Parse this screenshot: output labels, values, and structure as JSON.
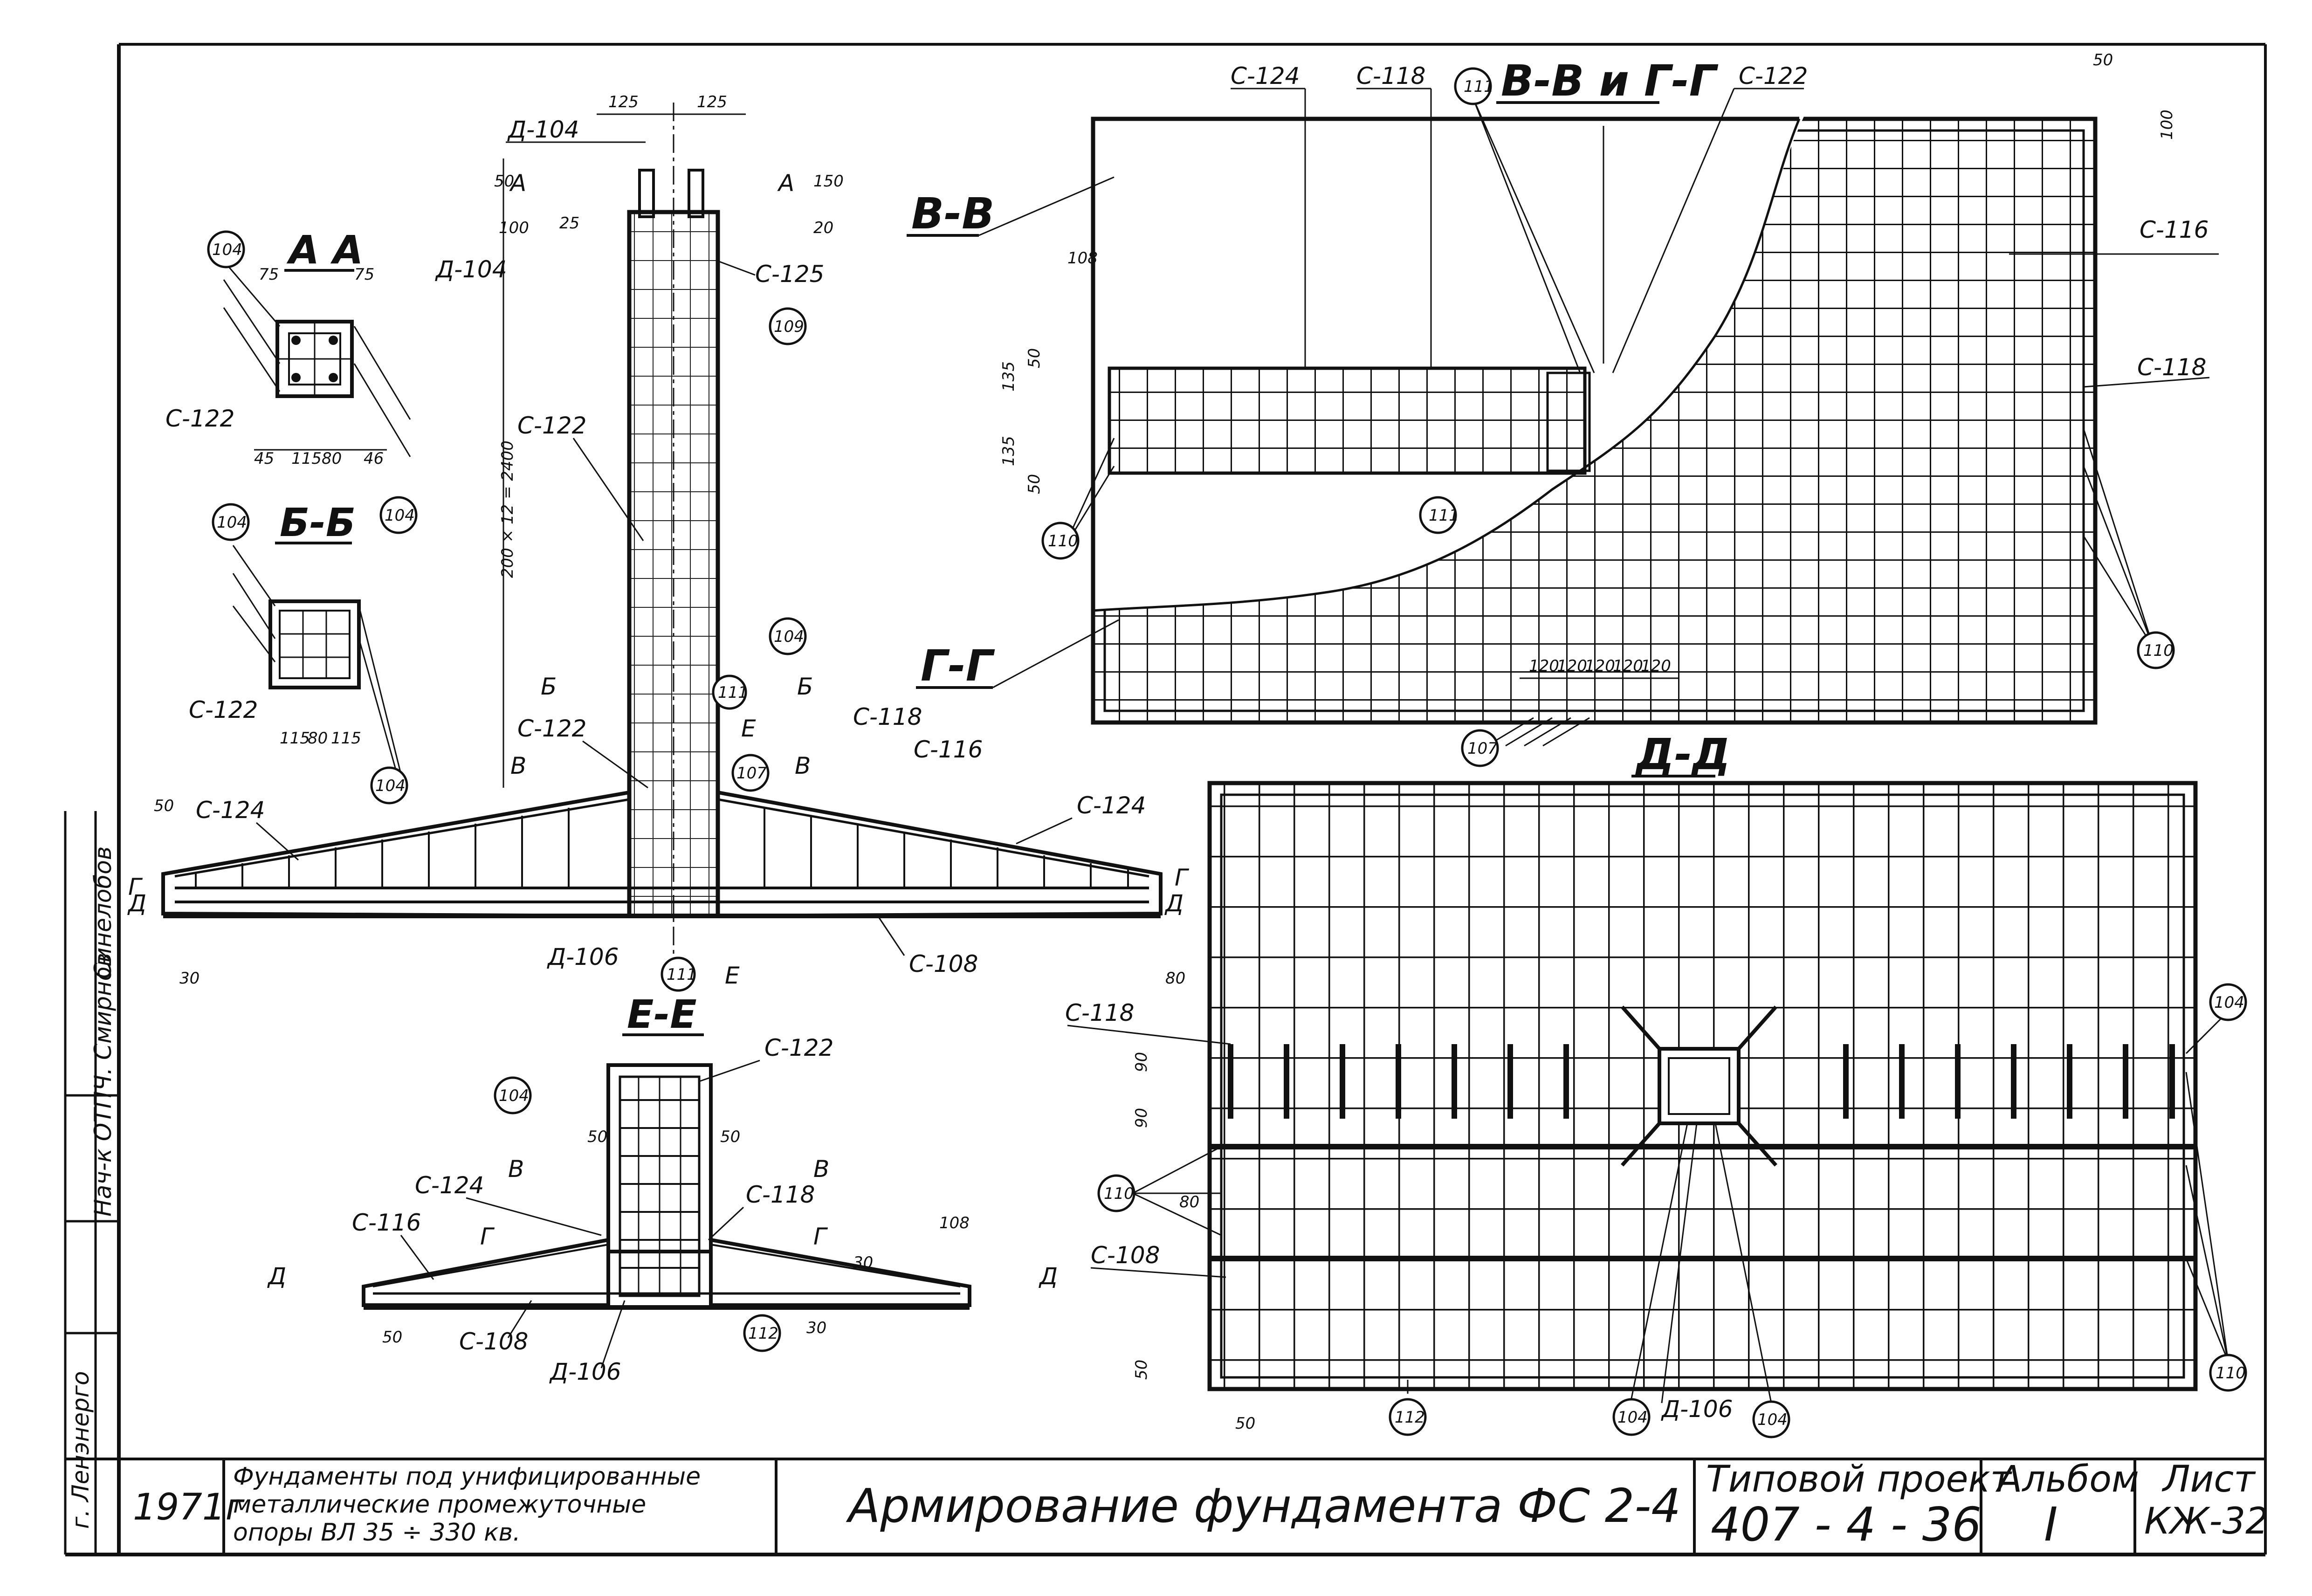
{
  "sections": {
    "aa": "А А",
    "bb": "Б-Б",
    "ee": "Е-Е",
    "vv_gg": "В-В и Г-Г",
    "vv": "В-В",
    "gg": "Г-Г",
    "dd": "Д-Д"
  },
  "marks": {
    "A": "А",
    "B": "Б",
    "V": "В",
    "G": "Г",
    "D": "Д",
    "E": "Е"
  },
  "labels": {
    "d104": "Д-104",
    "d106": "Д-106",
    "s108": "С-108",
    "s116": "С-116",
    "s118": "С-118",
    "s122": "С-122",
    "s124": "С-124",
    "s125": "С-125"
  },
  "positions": {
    "p104": "104",
    "p107": "107",
    "p109": "109",
    "p110": "110",
    "p111": "111",
    "p112": "112"
  },
  "dims": {
    "d125": "125",
    "d50": "50",
    "d150": "150",
    "d100": "100",
    "d20": "20",
    "d25": "25",
    "col_height": "200 × 12 = 2400",
    "d75": "75",
    "d45": "45",
    "d115": "115",
    "d80": "80",
    "d46": "46",
    "d120": "120",
    "d108": "108",
    "d30": "30",
    "d135": "135",
    "d90": "90"
  },
  "side_stamp": {
    "org": "г. Ленэнерго",
    "role1": "Нач-к ОТП",
    "role2": "Ч. Смирнов",
    "name": "Синелобов"
  },
  "title_block": {
    "year": "1971г",
    "description_1": "Фундаменты под унифицированные",
    "description_2": "металлические промежуточные",
    "description_3": "опоры  ВЛ  35 ÷ 330 кв.",
    "drawing_title": "Армирование фундамента   ФС 2-4",
    "project_label": "Типовой проект",
    "project_number": "407 - 4 - 36",
    "album_label": "Альбом",
    "album_number": "I",
    "sheet_label": "Лист",
    "sheet_number": "КЖ-32"
  }
}
